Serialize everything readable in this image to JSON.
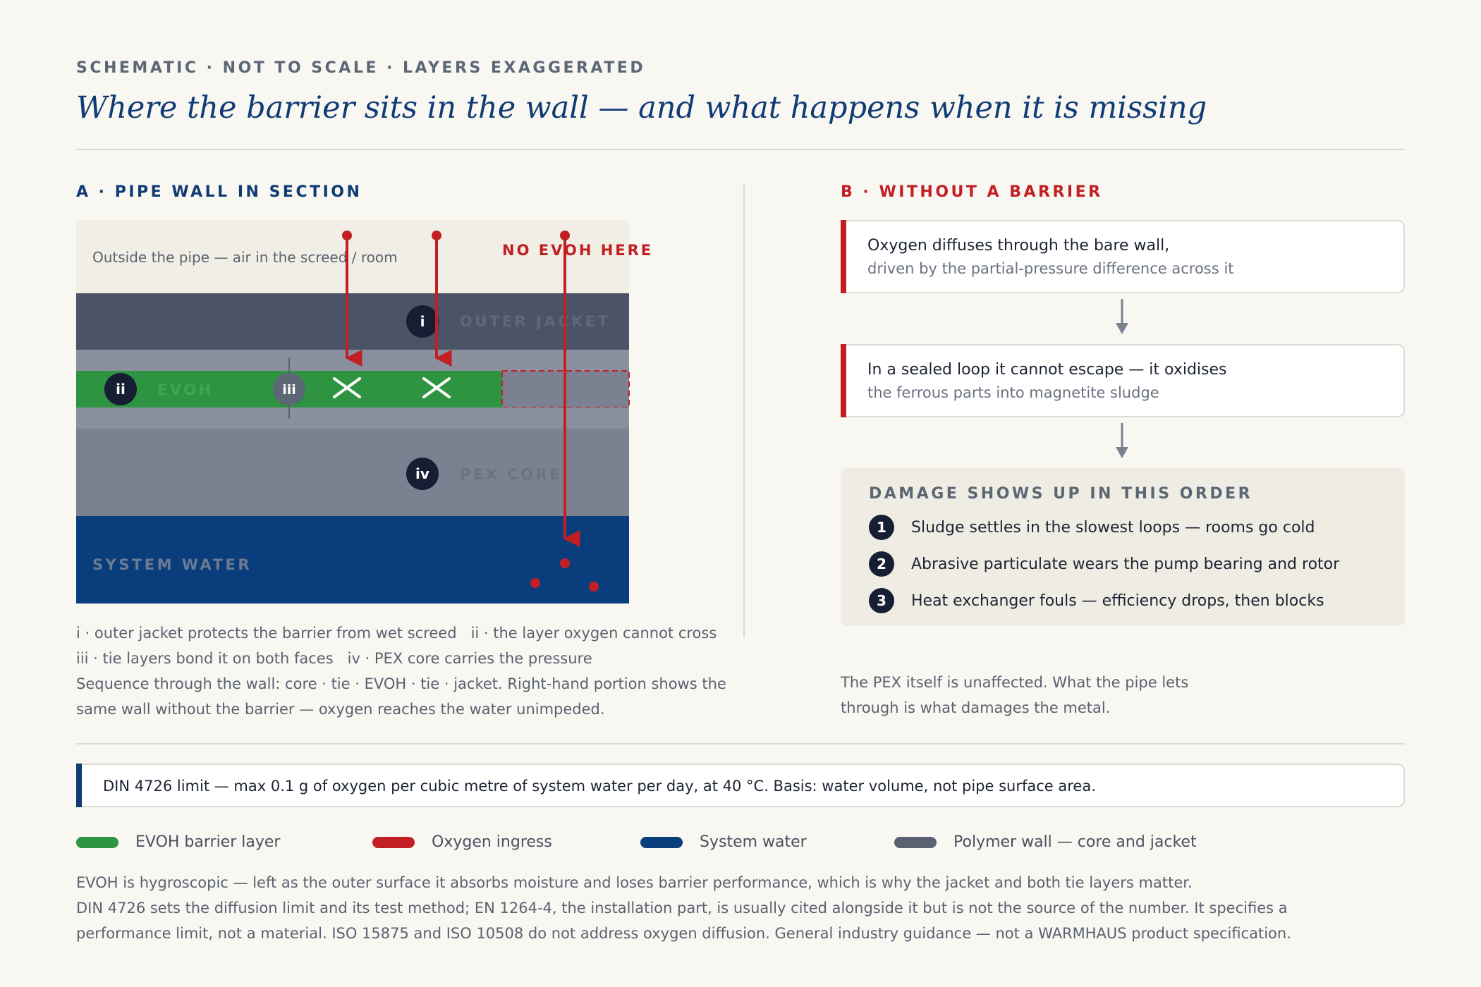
{
  "kicker": "SCHEMATIC · NOT TO SCALE · LAYERS EXAGGERATED",
  "title": "Where the barrier sits in the wall — and what happens when it is missing",
  "section_a": {
    "heading": "A · PIPE WALL IN SECTION",
    "outside_label": "Outside the pipe — air in the screed / room",
    "no_evoh_label": "NO EVOH HERE",
    "layers": {
      "outer_jacket": "OUTER JACKET",
      "evoh": "EVOH",
      "pex_core": "PEX CORE",
      "system_water": "SYSTEM WATER"
    },
    "markers": {
      "i": "i",
      "ii": "ii",
      "iii": "iii",
      "iv": "iv"
    },
    "notes": {
      "n1": "i · outer jacket protects the barrier from wet screed",
      "n2": "ii · the layer oxygen cannot cross",
      "n3": "iii · tie layers bond it on both faces",
      "n4": "iv · PEX core carries the pressure",
      "n5": "Sequence through the wall: core · tie · EVOH · tie · jacket. Right-hand portion shows the",
      "n6": "same wall without the barrier — oxygen reaches the water unimpeded."
    }
  },
  "section_b": {
    "heading": "B · WITHOUT A BARRIER",
    "card1": {
      "line1": "Oxygen diffuses through the bare wall,",
      "line2": "driven by the partial-pressure difference across it"
    },
    "card2": {
      "line1": "In a sealed loop it cannot escape — it oxidises",
      "line2": "the ferrous parts into magnetite sludge"
    },
    "damage": {
      "heading": "DAMAGE SHOWS UP IN THIS ORDER",
      "items": [
        {
          "num": "1",
          "text": "Sludge settles in the slowest loops — rooms go cold"
        },
        {
          "num": "2",
          "text": "Abrasive particulate wears the pump bearing and rotor"
        },
        {
          "num": "3",
          "text": "Heat exchanger fouls — efficiency drops, then blocks"
        }
      ]
    },
    "note_line1": "The PEX itself is unaffected. What the pipe lets",
    "note_line2": "through is what damages the metal."
  },
  "limit_text": "DIN 4726 limit — max 0.1 g of oxygen per cubic metre of system water per day, at 40 °C. Basis: water volume, not pipe surface area.",
  "legend": [
    {
      "label": "EVOH barrier layer",
      "color": "#2e9441"
    },
    {
      "label": "Oxygen ingress",
      "color": "#c21f24"
    },
    {
      "label": "System water",
      "color": "#0a3d7c"
    },
    {
      "label": "Polymer wall — core and jacket",
      "color": "#5a6170"
    }
  ],
  "footer": {
    "l1": "EVOH is hygroscopic — left as the outer surface it absorbs moisture and loses barrier performance, which is why the jacket and both tie layers matter.",
    "l2": "DIN 4726 sets the diffusion limit and its test method; EN 1264-4, the installation part, is usually cited alongside it but is not the source of the number. It specifies a",
    "l3": "performance limit, not a material. ISO 15875 and ISO 10508 do not address oxygen diffusion. General industry guidance — not a WARMHAUS product specification."
  },
  "colors": {
    "navy": "#103b74",
    "red": "#c21f24",
    "evoh_green": "#2e9441",
    "water_blue": "#0a3d7c",
    "jacket": "#4b5466",
    "core": "#7b8190"
  }
}
